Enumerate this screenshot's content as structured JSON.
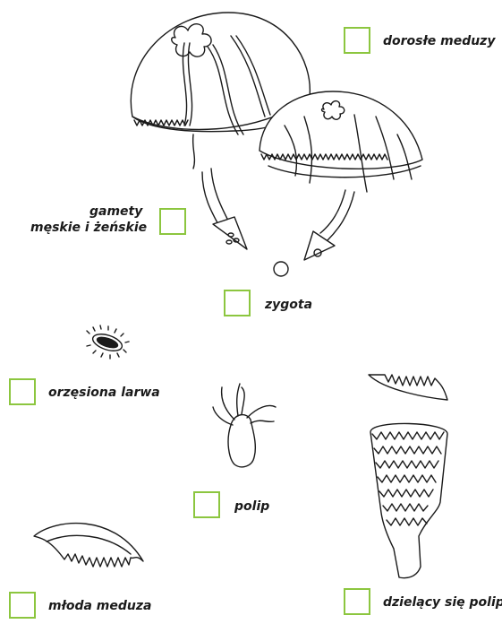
{
  "accent_color": "#8cc63f",
  "line_color": "#1a1a1a",
  "stages": {
    "adults": "dorosłe meduzy",
    "gametes_1": "gamety",
    "gametes_2": "męskie i żeńskie",
    "zygote": "zygota",
    "larva": "orzęsiona larwa",
    "polyp": "polip",
    "young_medusa": "młoda meduza",
    "dividing_polyp": "dzielący się polip"
  }
}
